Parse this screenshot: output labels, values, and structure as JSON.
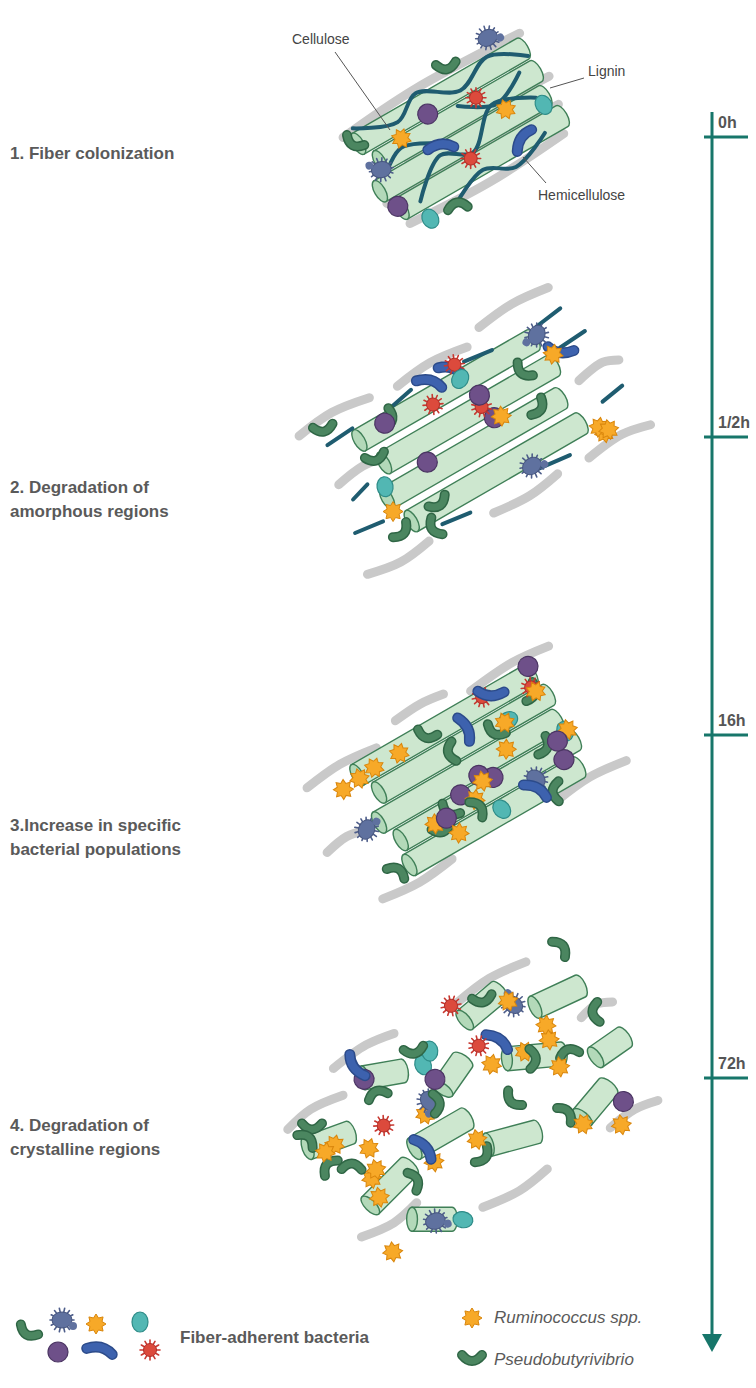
{
  "diagram": {
    "labels": [
      "1. Fiber colonization",
      "Cellulose",
      "Lignin",
      "Hemicellulose",
      "0h",
      "2. Degradation of amorphous regions",
      "1/2h",
      "3.Increase in specific bacterial populations",
      "16h",
      "4. Degradation of crystalline regions",
      "72h"
    ],
    "legend": [
      {
        "text": "Fiber-adherent bacteria"
      },
      {
        "text": "Ruminococcus spp."
      },
      {
        "text": "Pseudobutyrivibrio"
      }
    ]
  }
}
